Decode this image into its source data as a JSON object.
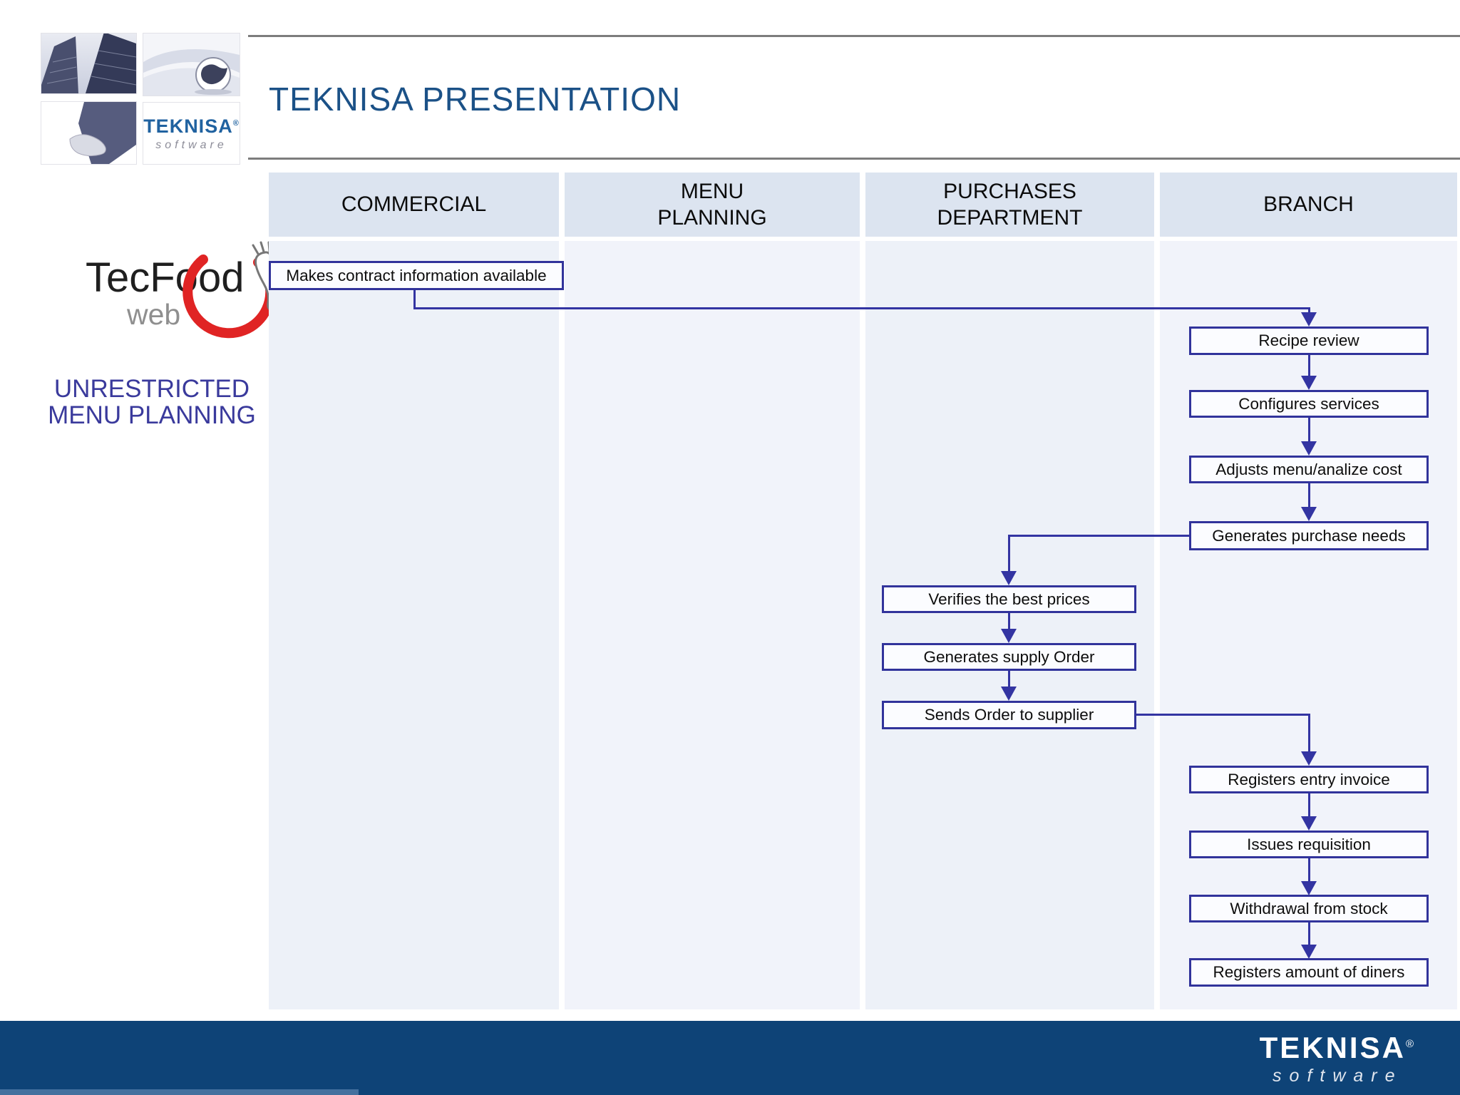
{
  "slide": {
    "title": "TEKNISA PRESENTATION",
    "left_caption": "UNRESTRICTED MENU PLANNING"
  },
  "logos": {
    "teknisa_header": {
      "name": "TEKNISA",
      "registered": "®",
      "tagline": "software"
    },
    "tecfood": {
      "name": "TecFood",
      "sub": "web"
    },
    "teknisa_footer": {
      "name": "TEKNISA",
      "registered": "®",
      "tagline": "software"
    }
  },
  "lanes": [
    {
      "label": "COMMERCIAL"
    },
    {
      "label": "MENU PLANNING"
    },
    {
      "label": "PURCHASES DEPARTMENT"
    },
    {
      "label": "BRANCH"
    }
  ],
  "flowchart": {
    "nodes": [
      {
        "id": "makes-contract",
        "lane": "COMMERCIAL",
        "label": "Makes contract information available"
      },
      {
        "id": "recipe-review",
        "lane": "BRANCH",
        "label": "Recipe review"
      },
      {
        "id": "configures",
        "lane": "BRANCH",
        "label": "Configures services"
      },
      {
        "id": "adjusts-menu",
        "lane": "BRANCH",
        "label": "Adjusts menu/analize cost"
      },
      {
        "id": "generates-needs",
        "lane": "BRANCH",
        "label": "Generates purchase needs"
      },
      {
        "id": "verifies-prices",
        "lane": "PURCHASES DEPARTMENT",
        "label": "Verifies the best prices"
      },
      {
        "id": "generates-supply",
        "lane": "PURCHASES DEPARTMENT",
        "label": "Generates supply Order"
      },
      {
        "id": "sends-order",
        "lane": "PURCHASES DEPARTMENT",
        "label": "Sends Order to supplier"
      },
      {
        "id": "registers-invoice",
        "lane": "BRANCH",
        "label": "Registers entry invoice"
      },
      {
        "id": "issues-requisition",
        "lane": "BRANCH",
        "label": "Issues requisition"
      },
      {
        "id": "withdrawal-stock",
        "lane": "BRANCH",
        "label": "Withdrawal from stock"
      },
      {
        "id": "registers-diners",
        "lane": "BRANCH",
        "label": "Registers amount of diners"
      }
    ],
    "edges": [
      {
        "from": "makes-contract",
        "to": "recipe-review"
      },
      {
        "from": "recipe-review",
        "to": "configures"
      },
      {
        "from": "configures",
        "to": "adjusts-menu"
      },
      {
        "from": "adjusts-menu",
        "to": "generates-needs"
      },
      {
        "from": "generates-needs",
        "to": "verifies-prices"
      },
      {
        "from": "verifies-prices",
        "to": "generates-supply"
      },
      {
        "from": "generates-supply",
        "to": "sends-order"
      },
      {
        "from": "sends-order",
        "to": "registers-invoice"
      },
      {
        "from": "registers-invoice",
        "to": "issues-requisition"
      },
      {
        "from": "issues-requisition",
        "to": "withdrawal-stock"
      },
      {
        "from": "withdrawal-stock",
        "to": "registers-diners"
      }
    ]
  },
  "colors": {
    "title": "#1b5187",
    "lane_header_bg": "#dce4f0",
    "lane_body_bg": "#edf1f8",
    "node_border": "#31339b",
    "connector": "#3334a2",
    "footer_bar": "#0e4377",
    "footer_strip": "#44709e",
    "caption_text": "#3a3a9c",
    "tecfood_red": "#e02424"
  }
}
